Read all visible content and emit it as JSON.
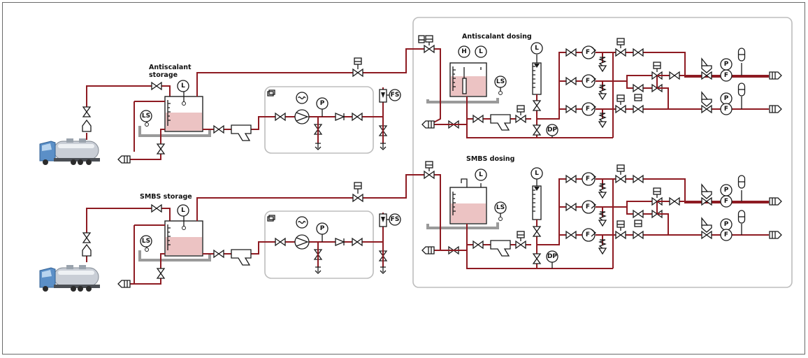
{
  "labels": {
    "antiscalant_storage_line1": "Antiscalant",
    "antiscalant_storage_line2": "storage",
    "smbs_storage": "SMBS storage",
    "antiscalant_dosing": "Antiscalant dosing",
    "smbs_dosing": "SMBS dosing"
  },
  "instruments": {
    "level": "L",
    "level_switch": "LS",
    "pressure": "P",
    "flow_switch": "FS",
    "high_level": "H",
    "diff_pressure": "DP",
    "flow": "F"
  },
  "tank_levels": {
    "antiscalant_storage": 0.55,
    "smbs_storage": 0.55,
    "antiscalant_dosing": 0.6,
    "smbs_dosing": 0.55
  },
  "colors": {
    "pipe": "#8e1b22",
    "liquid": "#ecc3c3",
    "truck_cab": "#5b8fc7",
    "tanker": "#c9ced6"
  },
  "icons": {
    "tanker_truck": "tanker-truck-icon",
    "pump": "centrifugal-pump-icon",
    "dosing_pump": "dosing-pump-icon",
    "valve": "gate-valve-icon",
    "strainer": "y-strainer-icon"
  }
}
